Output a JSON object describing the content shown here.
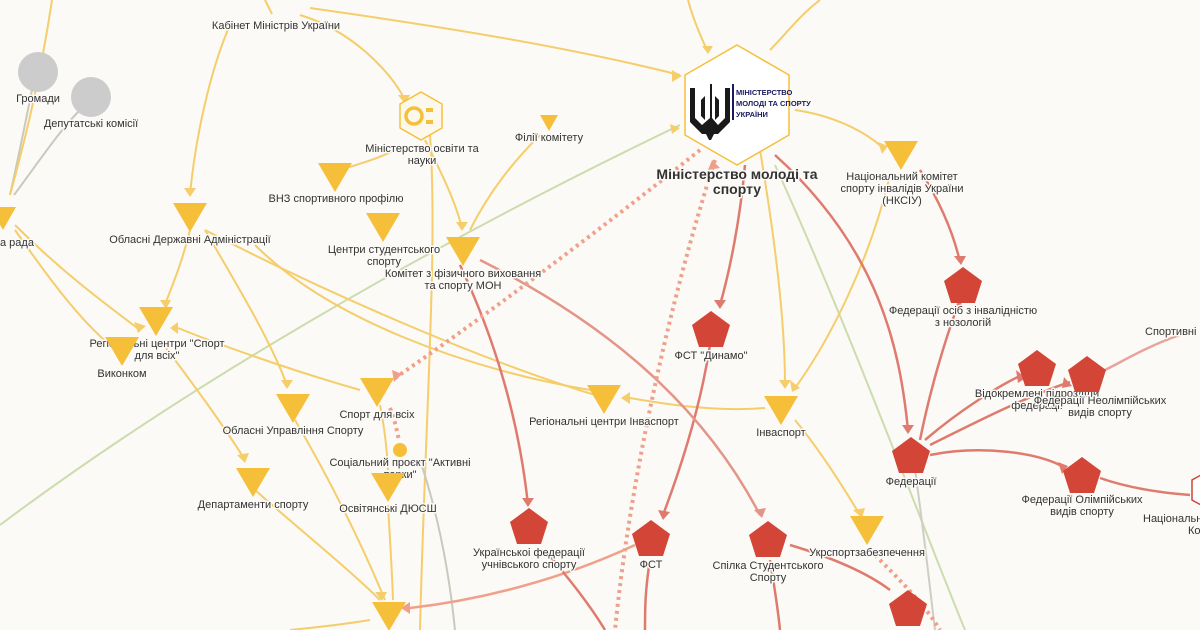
{
  "colors": {
    "background": "#fbfaf6",
    "yellow_node": "#f6bf3a",
    "red_node": "#d24537",
    "gray_node": "#cccccc",
    "edge_yellow": "#f5cd6b",
    "edge_red": "#df7b6e",
    "edge_salmon": "#f0a08a",
    "edge_green": "#c8d9a8",
    "edge_pink": "#e9a39c",
    "edge_gray": "#c9c9c0"
  },
  "nodes": {
    "ministry_youth_sport": {
      "label_line1": "Міністерство молоді та",
      "label_line2": "спорту",
      "logo_line1": "МІНІСТЕРСТВО",
      "logo_line2": "МОЛОДІ ТА СПОРТУ",
      "logo_line3": "УКРАЇНИ",
      "icon": "trident-icon"
    },
    "cabinet": {
      "label": "Кабінет Міністрів України"
    },
    "hromady": {
      "label": "Громади"
    },
    "deputy_commissions": {
      "label": "Депутатські комісії"
    },
    "rada": {
      "label": "а рада"
    },
    "ministry_education": {
      "label_line1": "Міністерство освіти та",
      "label_line2": "науки",
      "icon": "education-icon"
    },
    "committee_branches": {
      "label": "Філії комітету"
    },
    "universities": {
      "label": "ВНЗ спортивного профілю"
    },
    "regional_admin": {
      "label": "Обласні Державні Адміністрації"
    },
    "student_sport_centers": {
      "label_line1": "Центри студентського",
      "label_line2": "спорту"
    },
    "physed_committee": {
      "label_line1": "Комітет з фізичного виховання",
      "label_line2": "та спорту МОН"
    },
    "paralympic_committee": {
      "label_line1": "Національний комітет",
      "label_line2": "спорту інвалідів України",
      "label_line3": "(НКСІУ)"
    },
    "disability_federations": {
      "label_line1": "Федерації осіб з інвалідністю",
      "label_line2": "з нозологій"
    },
    "sports_partial": {
      "label": "Спортивні"
    },
    "regional_sport_for_all": {
      "label_line1": "Регіональні центри \"Спорт",
      "label_line2": "для всіх\""
    },
    "vykonkom": {
      "label": "Виконком"
    },
    "fst_dynamo": {
      "label": "ФСТ \"Динамо\""
    },
    "sport_for_all": {
      "label": "Спорт для всіх"
    },
    "regional_invasport": {
      "label": "Регіональні центри Інваспорт"
    },
    "invasport": {
      "label": "Інваспорт"
    },
    "separate_units": {
      "label_line1": "Відокремлені підрозділи",
      "label_line2": "федерації"
    },
    "non_olympic_fed": {
      "label_line1": "Федерації Неолімпійських",
      "label_line2": "видів спорту"
    },
    "regional_sport_depts": {
      "label": "Обласні Управління Спорту"
    },
    "active_parks": {
      "label_line1": "Соціальний проєкт \"Активні",
      "label_line2": "парки\""
    },
    "federations": {
      "label": "Федерації"
    },
    "olympic_fed": {
      "label_line1": "Федерації Олімпійських",
      "label_line2": "видів спорту"
    },
    "national_partial": {
      "label_line1": "Національн",
      "label_line2": "Ко"
    },
    "sport_depts": {
      "label": "Департаменти спорту"
    },
    "education_dyussh": {
      "label": "Освітянські ДЮСШ"
    },
    "school_sport_fed": {
      "label_line1": "Українськоі федерації",
      "label_line2": "учнівського спорту"
    },
    "fst": {
      "label": "ФСТ"
    },
    "student_sport_union": {
      "label_line1": "Спілка Студентського",
      "label_line2": "Спорту"
    },
    "ukrsport_supply": {
      "label": "Укрспортзабезпечення"
    },
    "bottom_triangle": {},
    "bottom_red": {}
  }
}
